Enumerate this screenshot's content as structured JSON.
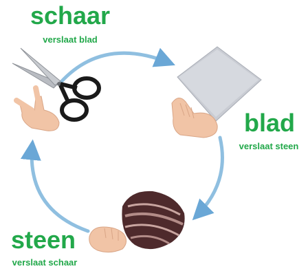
{
  "labels": {
    "scissors": {
      "name": "schaar",
      "beats": "verslaat blad"
    },
    "paper": {
      "name": "blad",
      "beats": "verslaat steen"
    },
    "rock": {
      "name": "steen",
      "beats": "verslaat schaar"
    }
  },
  "colors": {
    "label_green": "#22a84a",
    "arrow_blue": "#8fbfe0",
    "arrow_head": "#6aa7d6",
    "paper_fill": "#c9ccd3",
    "rock_dark": "#4e2a2c",
    "skin": "#f1c4a6",
    "scissor_handle": "#1a1a1a",
    "scissor_blade": "#b9bcc2"
  },
  "icons": [
    "scissors-icon",
    "paper-icon",
    "rock-icon",
    "hand-scissors-icon",
    "hand-paper-icon",
    "hand-rock-icon"
  ]
}
